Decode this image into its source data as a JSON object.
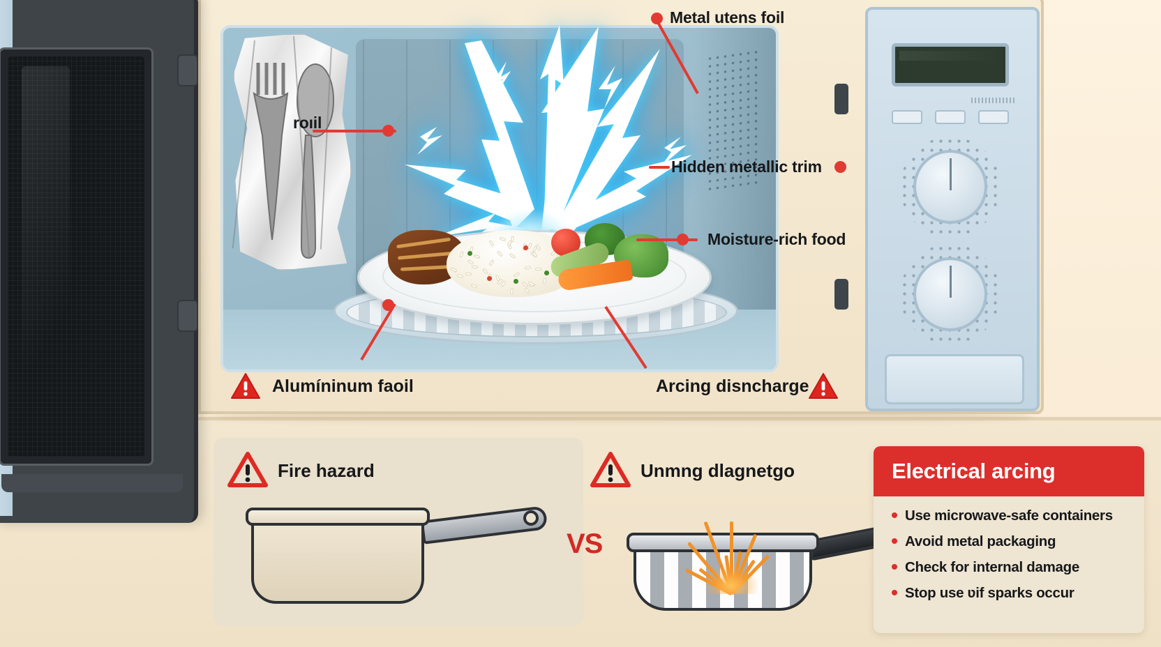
{
  "scene": {
    "title": "Microwave metal arcing hazard illustration",
    "appliance": "microwave oven with open door"
  },
  "callouts": [
    {
      "id": "metal-utensil-foil",
      "label": "Metal utens foil",
      "icon": "red-dot-leader"
    },
    {
      "id": "foil",
      "label": "roıil",
      "icon": "red-dot-leader"
    },
    {
      "id": "hidden-metallic-trim",
      "label": "Hidden metallic trim",
      "icon": "red-dash-leader"
    },
    {
      "id": "moisture-rich-food",
      "label": "Moisture-rich food",
      "icon": "red-dot-leader"
    }
  ],
  "bottom_callouts": [
    {
      "id": "aluminium-foil",
      "label": "Alumíninum faoil",
      "icon": "warning-triangle-icon"
    },
    {
      "id": "arcing-discharge",
      "label": "Arcing disncharge",
      "icon": "warning-triangle-icon"
    }
  ],
  "comparison": {
    "left": {
      "id": "fire-hazard",
      "label": "Fire hazard",
      "icon": "warning-triangle-icon",
      "object": "ceramic-saucepan"
    },
    "vs_label": "VS",
    "right": {
      "id": "unsafe-diagnostic",
      "label": "Unmng dlagnetgo",
      "icon": "warning-triangle-icon",
      "object": "metal-frying-pan-with-sparks"
    }
  },
  "info_box": {
    "title": "Electrical arcing",
    "accent_color": "#dc2f2c",
    "items": [
      "Use microwave-safe containers",
      "Avoid metal packaging",
      "Check for internal damage",
      "Stop use ʋif sparks occur"
    ]
  },
  "colors": {
    "background": "#fbf0dc",
    "cavity": "#9fc2d2",
    "arc": "#4fd4ff",
    "warning_red": "#e23a32",
    "info_red": "#dc2f2c",
    "door": "#3f4449"
  }
}
